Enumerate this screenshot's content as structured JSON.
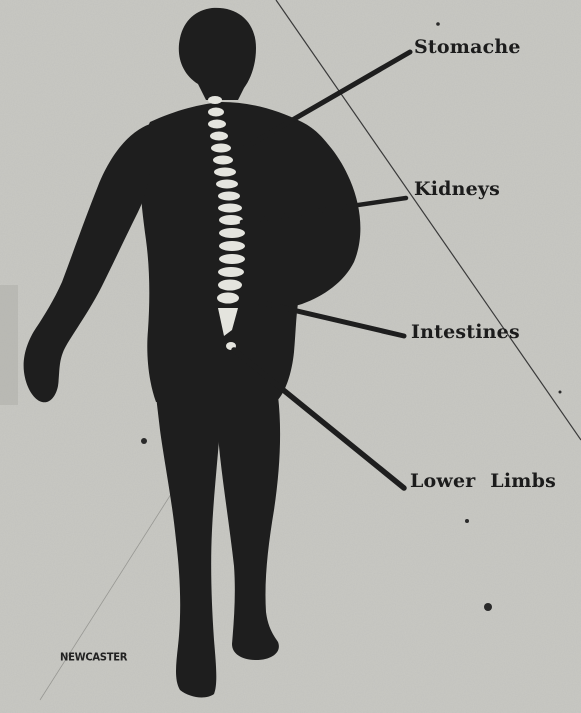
{
  "labels": {
    "stomach": "Stomache",
    "kidneys": "Kidneys",
    "intestines": "Intestines",
    "lower_limbs": "Lower Limbs"
  },
  "credit": "NEWCASTER",
  "colors": {
    "paper": "#c9c9c4",
    "silhouette": "#1e1e1e",
    "spine": "#e4e4de",
    "ink": "#1c1c1c"
  }
}
